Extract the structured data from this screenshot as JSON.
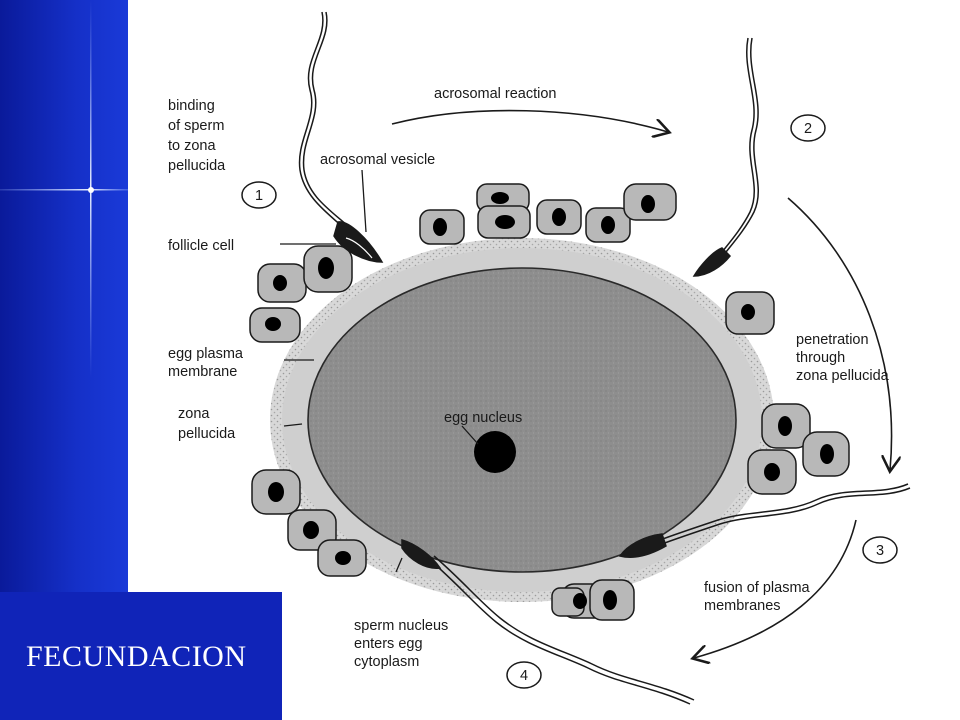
{
  "slide": {
    "title": "FECUNDACION"
  },
  "diagram": {
    "labels": {
      "binding": [
        "binding",
        "of sperm",
        "to zona",
        "pellucida"
      ],
      "acrosomal_reaction": "acrosomal reaction",
      "acrosomal_vesicle": "acrosomal vesicle",
      "follicle_cell": "follicle cell",
      "egg_plasma_membrane": [
        "egg plasma",
        "membrane"
      ],
      "zona_pellucida": [
        "zona",
        "pellucida"
      ],
      "egg_nucleus": "egg nucleus",
      "penetration": [
        "penetration",
        "through",
        "zona pellucida"
      ],
      "fusion": [
        "fusion of plasma",
        "membranes"
      ],
      "sperm_nucleus": [
        "sperm nucleus",
        "enters egg",
        "cytoplasm"
      ]
    },
    "steps": [
      "1",
      "2",
      "3",
      "4"
    ]
  }
}
